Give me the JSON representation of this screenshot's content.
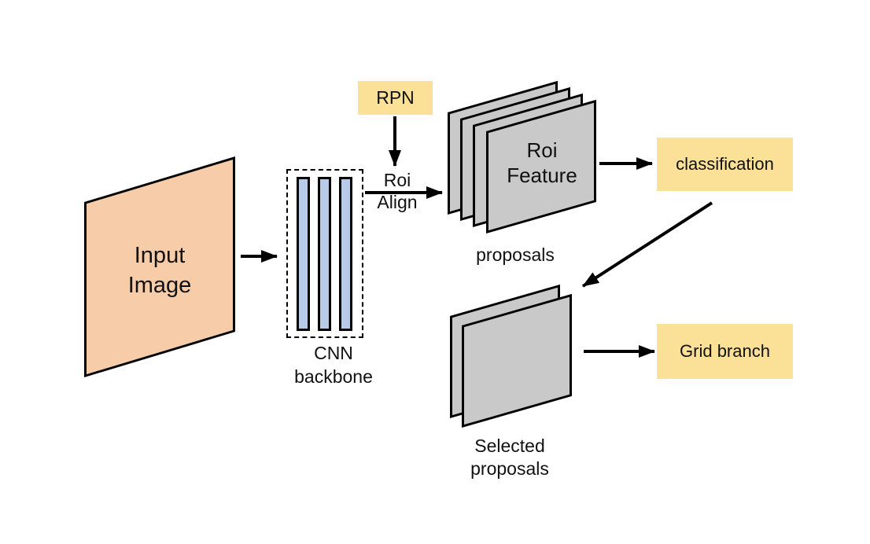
{
  "colors": {
    "input_image_fill": "#F6CCA9",
    "process_box_fill": "#FBE098",
    "feature_sheet_fill": "#C9C9C9",
    "cnn_bar_fill": "#B7CAE8",
    "line_color": "#000000"
  },
  "nodes": {
    "input_image": {
      "label": [
        "Input",
        "Image"
      ]
    },
    "cnn_backbone": {
      "label": [
        "CNN",
        "backbone"
      ]
    },
    "rpn": {
      "label": "RPN"
    },
    "roi_align": {
      "label": [
        "Roi",
        "Align"
      ]
    },
    "roi_feature": {
      "label": [
        "Roi",
        "Feature"
      ],
      "caption": "proposals"
    },
    "classification": {
      "label": "classification"
    },
    "selected_proposals": {
      "caption": [
        "Selected",
        "proposals"
      ]
    },
    "grid_branch": {
      "label": "Grid branch"
    }
  }
}
